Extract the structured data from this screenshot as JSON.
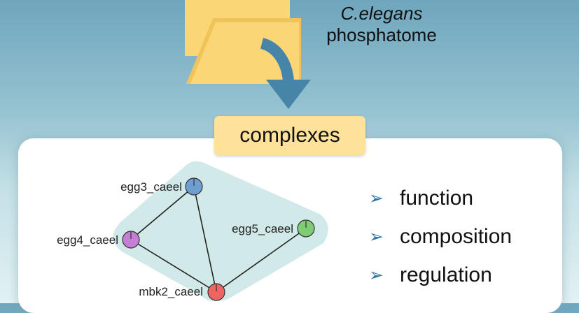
{
  "header": {
    "species": "C.elegans",
    "subject": "phosphatome"
  },
  "stage": {
    "label": "complexes"
  },
  "network": {
    "nodes": [
      {
        "id": "egg3",
        "label": "egg3_caeel",
        "color": "#6e9fd0"
      },
      {
        "id": "egg4",
        "label": "egg4_caeel",
        "color": "#c47ed4"
      },
      {
        "id": "egg5",
        "label": "egg5_caeel",
        "color": "#7fcc74"
      },
      {
        "id": "mbk2",
        "label": "mbk2_caeel",
        "color": "#f26464"
      }
    ],
    "edges": [
      [
        "egg3",
        "egg4"
      ],
      [
        "egg3",
        "mbk2"
      ],
      [
        "egg4",
        "mbk2"
      ],
      [
        "egg5",
        "mbk2"
      ]
    ],
    "hull_color": "#d2e9ea"
  },
  "bullets": {
    "marker": "➢",
    "items": [
      "function",
      "composition",
      "regulation"
    ]
  },
  "colors": {
    "folder": "#fbd677",
    "arrow": "#4785a8",
    "badge": "#ffe29a"
  }
}
